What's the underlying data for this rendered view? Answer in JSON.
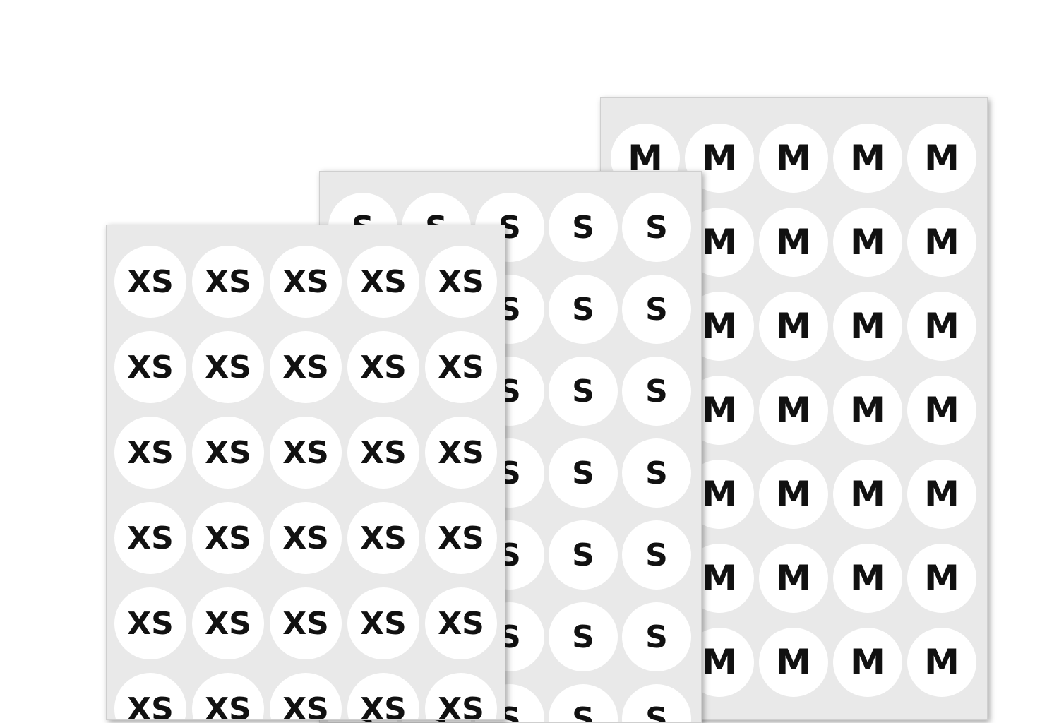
{
  "sheets": [
    {
      "id": "sheet-m",
      "label": "M",
      "rows": 7,
      "cols": 5
    },
    {
      "id": "sheet-s",
      "label": "S",
      "rows": 7,
      "cols": 5
    },
    {
      "id": "sheet-xs",
      "label": "XS",
      "rows": 6,
      "cols": 5
    }
  ],
  "colors": {
    "background": "#ffffff",
    "sheet": "#e9e9e9",
    "sticker": "#ffffff",
    "text": "#111111"
  }
}
